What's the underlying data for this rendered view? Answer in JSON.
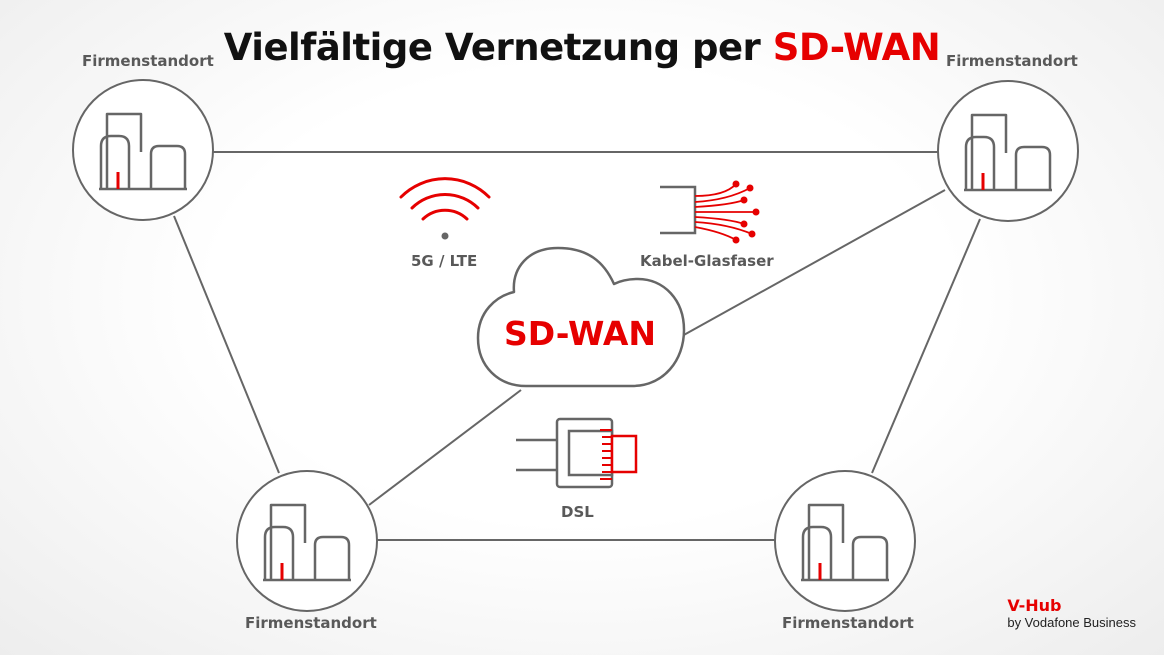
{
  "title": {
    "main": "Vielfältige Vernetzung per",
    "accent": "SD-WAN"
  },
  "sites": [
    {
      "label": "Firmenstandort"
    },
    {
      "label": "Firmenstandort"
    },
    {
      "label": "Firmenstandort"
    },
    {
      "label": "Firmenstandort"
    }
  ],
  "cloud": {
    "label": "SD-WAN"
  },
  "connections": {
    "mobile": "5G / LTE",
    "fiber": "Kabel-Glasfaser",
    "dsl": "DSL"
  },
  "brand": {
    "name": "V-Hub",
    "sub": "by Vodafone Business"
  },
  "colors": {
    "accent": "#e60000",
    "line": "#666666",
    "text": "#595959"
  }
}
